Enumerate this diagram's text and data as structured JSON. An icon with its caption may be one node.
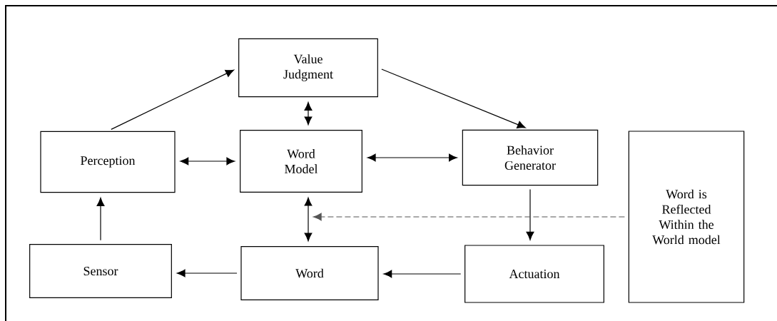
{
  "diagram": {
    "nodes": [
      {
        "text": [
          "Value Judgment"
        ]
      },
      {
        "text": [
          "Perception"
        ]
      },
      {
        "text": [
          "Word Model"
        ]
      },
      {
        "text": [
          "Behavior Generator"
        ]
      },
      {
        "text": [
          "Word is Reflected Within the World model"
        ]
      },
      {
        "text": [
          "Sensor"
        ]
      },
      {
        "text": [
          "Word"
        ]
      },
      {
        "text": [
          "Actuation"
        ]
      }
    ],
    "edges": [
      {
        "from": 1,
        "to": 0,
        "arrow": "to"
      },
      {
        "from": 0,
        "to": 3,
        "arrow": "to"
      },
      {
        "from": 0,
        "to": 2,
        "arrow": "both"
      },
      {
        "from": 1,
        "to": 2,
        "arrow": "both"
      },
      {
        "from": 2,
        "to": 3,
        "arrow": "both"
      },
      {
        "from": 2,
        "to": 6,
        "arrow": "both"
      },
      {
        "from": 3,
        "to": 7,
        "arrow": "to"
      },
      {
        "from": 7,
        "to": 6,
        "arrow": "to"
      },
      {
        "from": 6,
        "to": 5,
        "arrow": "to"
      },
      {
        "from": 5,
        "to": 1,
        "arrow": "to"
      },
      {
        "from": 4,
        "to": null,
        "arrow": "to",
        "style": "dashed",
        "color": "#555555"
      }
    ]
  }
}
